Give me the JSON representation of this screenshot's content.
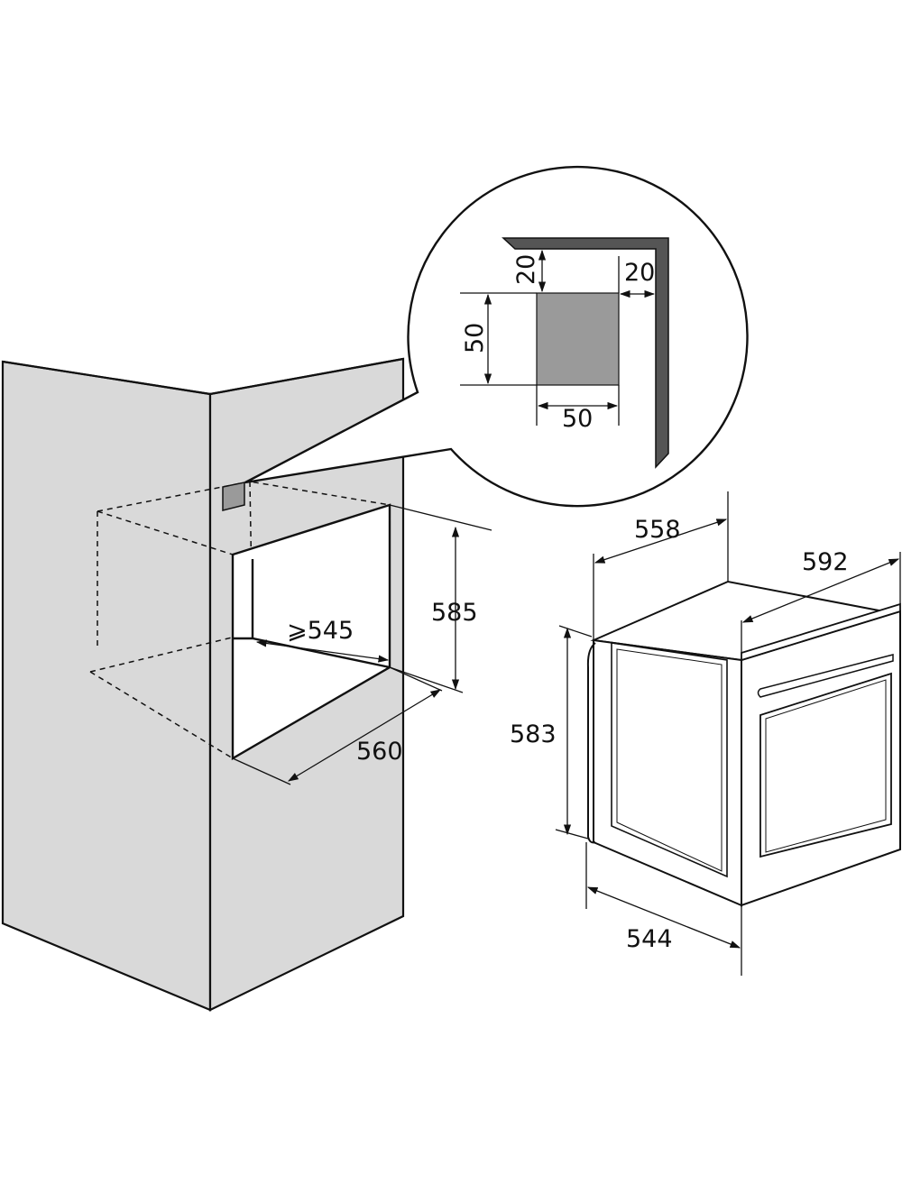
{
  "colors": {
    "cabinet_fill": "#d9d9d9",
    "vent_fill": "#9a9a9a",
    "oven_fill": "#ffffff",
    "line": "#111111"
  },
  "dimensions": {
    "niche_height": "585",
    "niche_depth_min": "⩾545",
    "niche_width": "560",
    "vent_width": "50",
    "vent_height": "50",
    "vent_top_offset": "20",
    "vent_side_offset": "20",
    "oven_depth": "558",
    "oven_front_width": "592",
    "oven_height": "583",
    "oven_body_width": "544"
  }
}
